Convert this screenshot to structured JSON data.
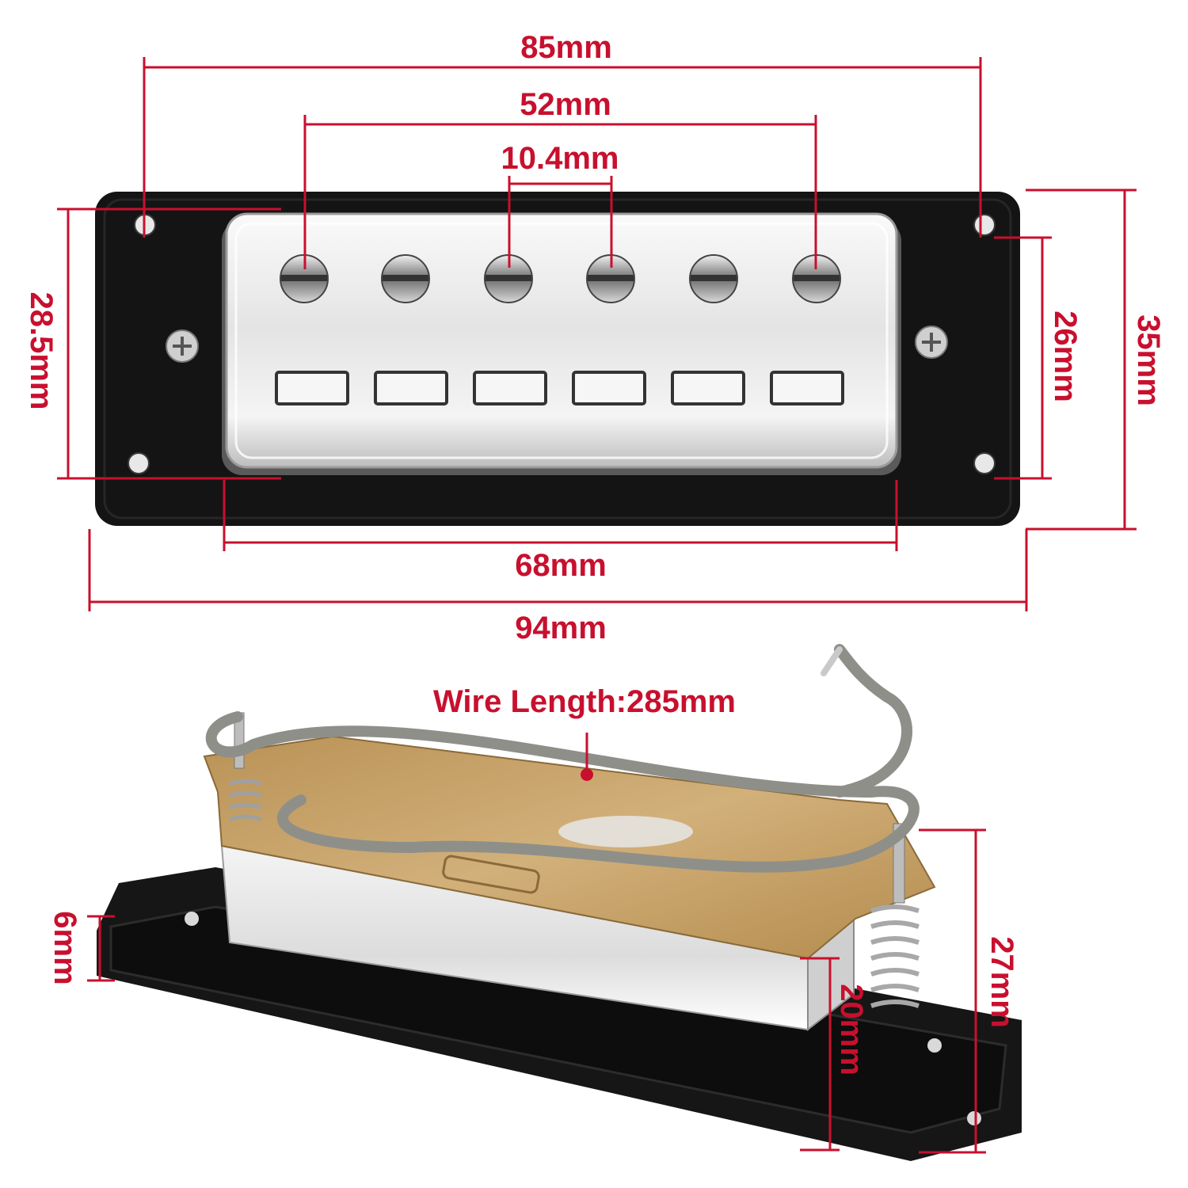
{
  "colors": {
    "dimension": "#c8102e",
    "baseplate": "#111111",
    "chrome": "#e6e6e6",
    "brass": "#c9a46a",
    "wire": "#8f8f8a"
  },
  "top_view": {
    "dims": {
      "overall_mount_spacing": "85mm",
      "pole_span": "52mm",
      "pole_spacing": "10.4mm",
      "cover_height": "28.5mm",
      "inner_mount_height": "26mm",
      "base_height": "35mm",
      "cover_width": "68mm",
      "base_width": "94mm"
    },
    "pole_count": 6
  },
  "side_view": {
    "dims": {
      "wire_length": "Wire Length:285mm",
      "base_thickness": "6mm",
      "total_height": "27mm",
      "cover_height": "20mm"
    }
  }
}
